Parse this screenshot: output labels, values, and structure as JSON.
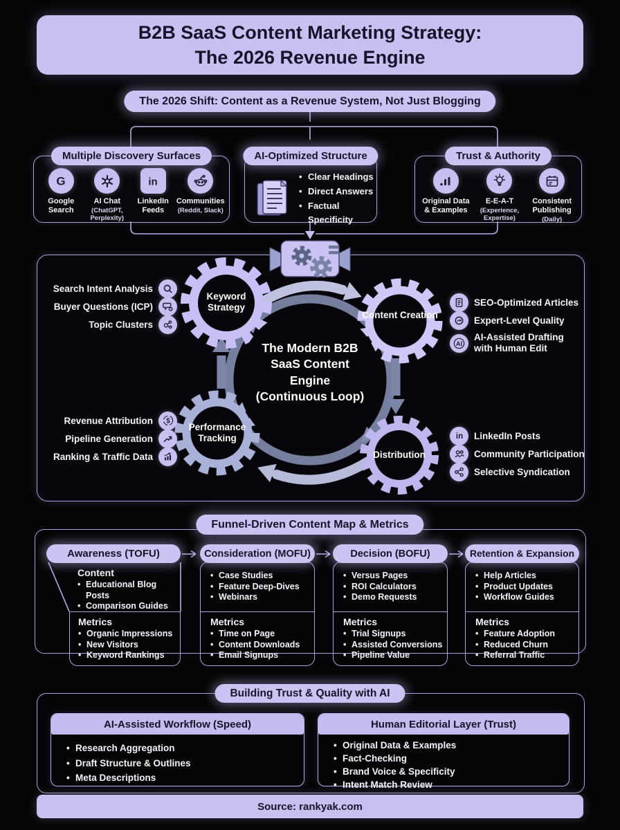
{
  "title": {
    "line1": "B2B SaaS Content Marketing Strategy:",
    "line2": "The 2026 Revenue Engine"
  },
  "shift_banner": "The 2026 Shift: Content as a Revenue System, Not Just Blogging",
  "discovery": {
    "title": "Multiple Discovery Surfaces",
    "items": [
      {
        "icon": "google-icon",
        "label": "Google Search",
        "sub": ""
      },
      {
        "icon": "chatgpt-icon",
        "label": "AI Chat",
        "sub": "(ChatGPT, Perplexity)"
      },
      {
        "icon": "linkedin-icon",
        "label": "LinkedIn Feeds",
        "sub": ""
      },
      {
        "icon": "reddit-icon",
        "label": "Communities",
        "sub": "(Reddit, Slack)"
      }
    ]
  },
  "ai_structure": {
    "title": "AI-Optimized Structure",
    "icon": "documents-icon",
    "bullets": [
      "Clear Headings",
      "Direct Answers",
      "Factual Specificity"
    ]
  },
  "trust_authority": {
    "title": "Trust & Authority",
    "items": [
      {
        "icon": "bar-chart-icon",
        "label": "Original Data & Examples",
        "sub": ""
      },
      {
        "icon": "lightbulb-icon",
        "label": "E-E-A-T",
        "sub": "(Experience, Expertise)"
      },
      {
        "icon": "calendar-icon",
        "label": "Consistent Publishing",
        "sub": "(Daily)"
      }
    ]
  },
  "engine": {
    "center_lines": [
      "The Modern B2B",
      "SaaS Content",
      "Engine",
      "(Continuous Loop)"
    ],
    "gears": {
      "top_left": "Keyword Strategy",
      "top_right": "Content Creation",
      "bottom_left": "Performance Tracking",
      "bottom_right": "Distribution"
    },
    "keyword_inputs": [
      {
        "icon": "search-icon",
        "label": "Search Intent Analysis"
      },
      {
        "icon": "chat-bubble-icon",
        "label": "Buyer Questions (ICP)"
      },
      {
        "icon": "topic-cluster-icon",
        "label": "Topic Clusters"
      }
    ],
    "creation_outputs": [
      {
        "icon": "article-icon",
        "label": "SEO-Optimized Articles"
      },
      {
        "icon": "quality-icon",
        "label": "Expert-Level Quality"
      },
      {
        "icon": "ai-badge-icon",
        "label": "AI-Assisted Drafting with Human Edit"
      }
    ],
    "tracking_inputs": [
      {
        "icon": "dollar-icon",
        "label": "Revenue Attribution"
      },
      {
        "icon": "trend-icon",
        "label": "Pipeline Generation"
      },
      {
        "icon": "ranking-chart-icon",
        "label": "Ranking & Traffic Data"
      }
    ],
    "distribution_outputs": [
      {
        "icon": "linkedin-icon",
        "label": "LinkedIn Posts"
      },
      {
        "icon": "community-icon",
        "label": "Community Participation"
      },
      {
        "icon": "syndication-icon",
        "label": "Selective Syndication"
      }
    ]
  },
  "funnel": {
    "title": "Funnel-Driven Content Map & Metrics",
    "stages": [
      {
        "header": "Awareness (TOFU)",
        "content_title": "Content",
        "content": [
          "Educational Blog Posts",
          "Comparison Guides"
        ],
        "metrics_title": "Metrics",
        "metrics": [
          "Organic Impressions",
          "New Visitors",
          "Keyword Rankings"
        ]
      },
      {
        "header": "Consideration (MOFU)",
        "content": [
          "Case Studies",
          "Feature Deep-Dives",
          "Webinars"
        ],
        "metrics_title": "Metrics",
        "metrics": [
          "Time on Page",
          "Content Downloads",
          "Email Signups"
        ]
      },
      {
        "header": "Decision (BOFU)",
        "content": [
          "Versus Pages",
          "ROI Calculators",
          "Demo Requests"
        ],
        "metrics_title": "Metrics",
        "metrics": [
          "Trial Signups",
          "Assisted Conversions",
          "Pipeline Value"
        ]
      },
      {
        "header": "Retention & Expansion",
        "content": [
          "Help Articles",
          "Product Updates",
          "Workflow Guides"
        ],
        "metrics_title": "Metrics",
        "metrics": [
          "Feature Adoption",
          "Reduced Churn",
          "Referral Traffic"
        ]
      }
    ]
  },
  "trust_ai": {
    "title": "Building Trust & Quality with AI",
    "cards": [
      {
        "header": "AI-Assisted Workflow (Speed)",
        "bullets": [
          "Research Aggregation",
          "Draft Structure & Outlines",
          "Meta Descriptions"
        ]
      },
      {
        "header": "Human Editorial Layer (Trust)",
        "bullets": [
          "Original Data & Examples",
          "Fact-Checking",
          "Brand Voice & Specificity",
          "Intent Match Review"
        ]
      }
    ]
  },
  "footer": "Source: rankyak.com",
  "colors": {
    "lavender": "#c6c1f0",
    "border": "#a9a4dc",
    "slate_arrow": "#8d96ba",
    "dark_text": "#15142a",
    "light_text": "#f4f3fa",
    "background": "#050507"
  }
}
